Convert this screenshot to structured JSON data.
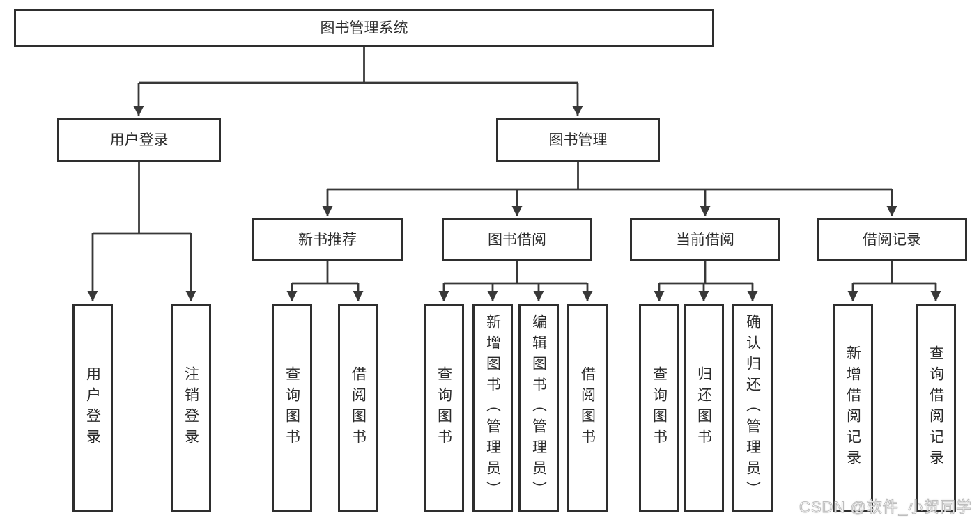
{
  "diagram": {
    "type": "function-structure-tree",
    "root": {
      "label": "图书管理系统"
    },
    "branches": [
      {
        "label": "用户登录",
        "children": [
          {
            "label": "用户登录"
          },
          {
            "label": "注销登录"
          }
        ]
      },
      {
        "label": "图书管理",
        "children": [
          {
            "label": "新书推荐",
            "children": [
              {
                "label": "查询图书"
              },
              {
                "label": "借阅图书"
              }
            ]
          },
          {
            "label": "图书借阅",
            "children": [
              {
                "label": "查询图书"
              },
              {
                "label": "新增图书（管理员）"
              },
              {
                "label": "编辑图书（管理员）"
              },
              {
                "label": "借阅图书"
              }
            ]
          },
          {
            "label": "当前借阅",
            "children": [
              {
                "label": "查询图书"
              },
              {
                "label": "归还图书"
              },
              {
                "label": "确认归还（管理员）"
              }
            ]
          },
          {
            "label": "借阅记录",
            "children": [
              {
                "label": "新增借阅记录"
              },
              {
                "label": "查询借阅记录"
              }
            ]
          }
        ]
      }
    ]
  },
  "watermark": {
    "text": "CSDN @软件_小贺同学"
  },
  "colors": {
    "line": "#383838",
    "box_border": "#2e2e2e",
    "box_fill": "#ffffff",
    "text": "#2b2b2b",
    "watermark_fill": "#ffffff",
    "watermark_edge": "#bdbdbd"
  }
}
